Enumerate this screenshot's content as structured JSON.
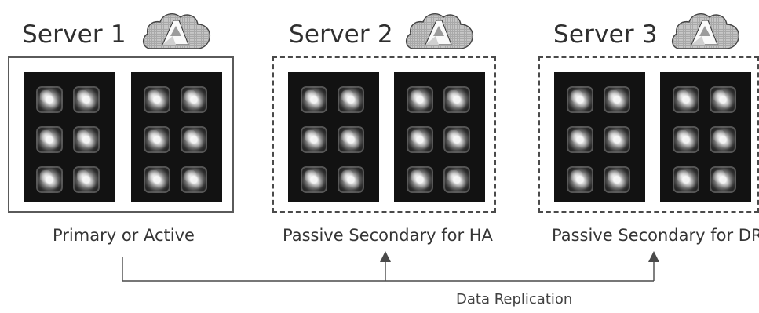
{
  "diagram": {
    "servers": [
      {
        "title": "Server 1",
        "caption": "Primary or Active",
        "style": "solid"
      },
      {
        "title": "Server 2",
        "caption": "Passive Secondary for HA",
        "style": "dashed"
      },
      {
        "title": "Server 3",
        "caption": "Passive Secondary for DR",
        "style": "dashed"
      }
    ],
    "replication_label": "Data Replication",
    "icon": "cloud-badge-icon",
    "colors": {
      "rack": "#121212",
      "line": "#4a4a4a",
      "text": "#333333"
    }
  }
}
